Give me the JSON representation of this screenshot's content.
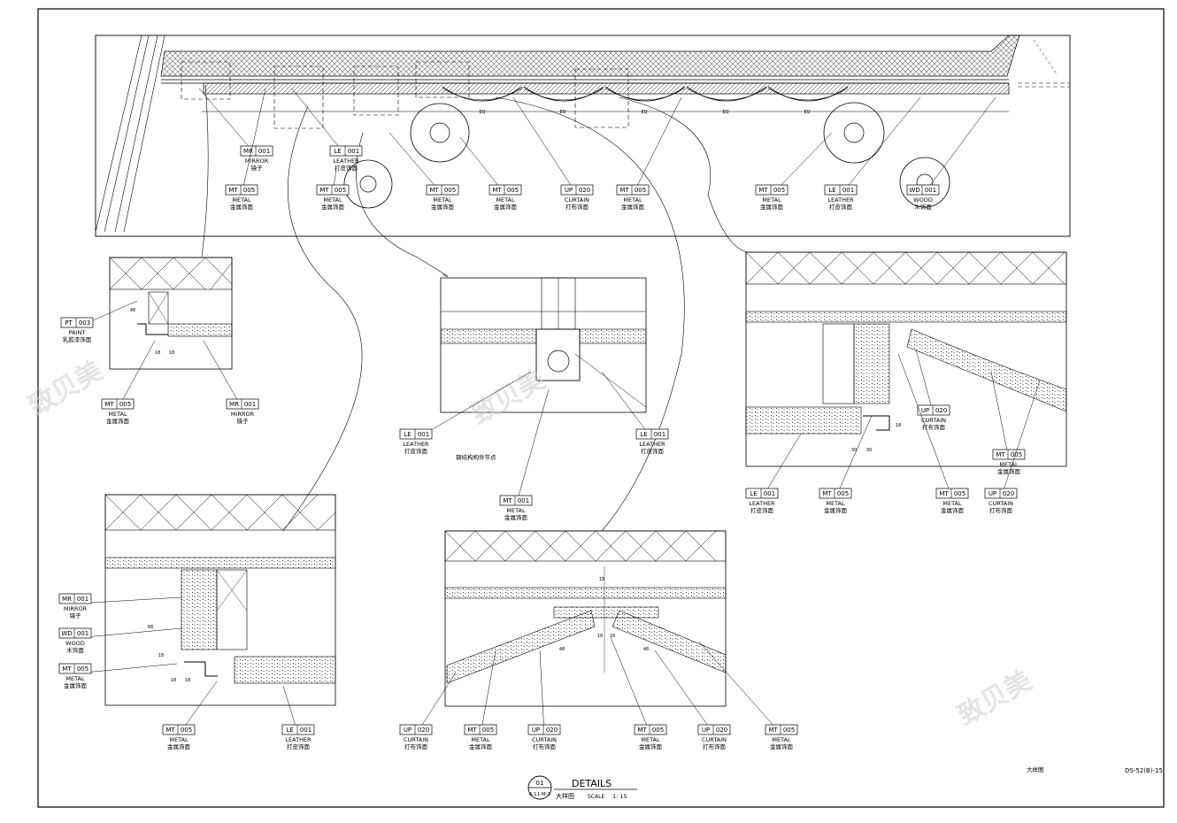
{
  "title_block": {
    "detail_number": "01",
    "sheet_ref": "6.11 M-1",
    "title_en": "DETAILS",
    "title_cn": "大样图",
    "scale_label": "SCALE",
    "scale_value": "1: 15"
  },
  "drawing_number": "DS-52(B)-15",
  "sheet_note": "大样图",
  "center_note": "钢结构构件节点",
  "watermark_text": "致贝美",
  "tags": {
    "plan": [
      {
        "code": "MR",
        "num": "001",
        "en": "MIRROR",
        "cn": "镜子"
      },
      {
        "code": "LE",
        "num": "001",
        "en": "LEATHER",
        "cn": "打皮饰面"
      },
      {
        "code": "MT",
        "num": "005",
        "en": "METAL",
        "cn": "金属饰面"
      },
      {
        "code": "MT",
        "num": "005",
        "en": "METAL",
        "cn": "金属饰面"
      },
      {
        "code": "MT",
        "num": "005",
        "en": "METAL",
        "cn": "金属饰面"
      },
      {
        "code": "MT",
        "num": "005",
        "en": "METAL",
        "cn": "金属饰面"
      },
      {
        "code": "UP",
        "num": "020",
        "en": "CURTAIN",
        "cn": "打布饰面"
      },
      {
        "code": "MT",
        "num": "005",
        "en": "METAL",
        "cn": "金属饰面"
      },
      {
        "code": "MT",
        "num": "005",
        "en": "METAL",
        "cn": "金属饰面"
      },
      {
        "code": "LE",
        "num": "001",
        "en": "LEATHER",
        "cn": "打皮饰面"
      },
      {
        "code": "WD",
        "num": "001",
        "en": "WOOD",
        "cn": "木饰面"
      }
    ],
    "detail_a": [
      {
        "code": "PT",
        "num": "003",
        "en": "PAINT",
        "cn": "乳胶漆饰面"
      },
      {
        "code": "MT",
        "num": "005",
        "en": "METAL",
        "cn": "金属饰面"
      },
      {
        "code": "MR",
        "num": "001",
        "en": "MIRROR",
        "cn": "镜子"
      }
    ],
    "detail_b": [
      {
        "code": "LE",
        "num": "001",
        "en": "LEATHER",
        "cn": "打皮饰面"
      },
      {
        "code": "LE",
        "num": "001",
        "en": "LEATHER",
        "cn": "打皮饰面"
      },
      {
        "code": "MT",
        "num": "001",
        "en": "METAL",
        "cn": "金属饰面"
      }
    ],
    "detail_c": [
      {
        "code": "UP",
        "num": "020",
        "en": "CURTAIN",
        "cn": "打布饰面"
      },
      {
        "code": "MT",
        "num": "005",
        "en": "METAL",
        "cn": "金属饰面"
      },
      {
        "code": "LE",
        "num": "001",
        "en": "LEATHER",
        "cn": "打皮饰面"
      },
      {
        "code": "MT",
        "num": "005",
        "en": "METAL",
        "cn": "金属饰面"
      },
      {
        "code": "MT",
        "num": "005",
        "en": "METAL",
        "cn": "金属饰面"
      },
      {
        "code": "UP",
        "num": "020",
        "en": "CURTAIN",
        "cn": "打布饰面"
      }
    ],
    "detail_d": [
      {
        "code": "MR",
        "num": "001",
        "en": "MIRROR",
        "cn": "镜子"
      },
      {
        "code": "WD",
        "num": "001",
        "en": "WOOD",
        "cn": "木饰面"
      },
      {
        "code": "MT",
        "num": "005",
        "en": "METAL",
        "cn": "金属饰面"
      },
      {
        "code": "MT",
        "num": "005",
        "en": "METAL",
        "cn": "金属饰面"
      },
      {
        "code": "LE",
        "num": "001",
        "en": "LEATHER",
        "cn": "打皮饰面"
      }
    ],
    "detail_e": [
      {
        "code": "UP",
        "num": "020",
        "en": "CURTAIN",
        "cn": "打布饰面"
      },
      {
        "code": "MT",
        "num": "005",
        "en": "METAL",
        "cn": "金属饰面"
      },
      {
        "code": "UP",
        "num": "020",
        "en": "CURTAIN",
        "cn": "打布饰面"
      },
      {
        "code": "MT",
        "num": "005",
        "en": "METAL",
        "cn": "金属饰面"
      },
      {
        "code": "UP",
        "num": "020",
        "en": "CURTAIN",
        "cn": "打布饰面"
      },
      {
        "code": "MT",
        "num": "005",
        "en": "METAL",
        "cn": "金属饰面"
      }
    ]
  },
  "dims": {
    "plan": [
      "EQ",
      "EQ",
      "EQ",
      "EQ",
      "EQ"
    ],
    "detail_a": [
      "48",
      "18",
      "18"
    ],
    "detail_c": [
      "30",
      "30",
      "18"
    ],
    "detail_d": [
      "68",
      "18",
      "18",
      "18"
    ],
    "detail_e": [
      "18",
      "18",
      "18",
      "48",
      "48"
    ]
  }
}
